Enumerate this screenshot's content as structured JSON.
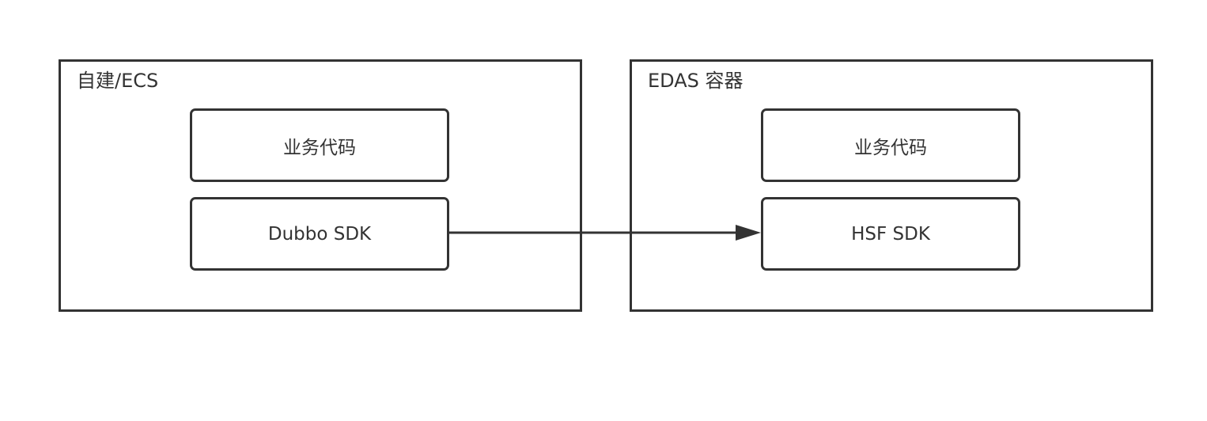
{
  "containers": [
    {
      "label": "自建/ECS",
      "boxes": [
        "业务代码",
        "Dubbo SDK"
      ]
    },
    {
      "label": "EDAS 容器",
      "boxes": [
        "业务代码",
        "HSF SDK"
      ]
    }
  ],
  "edges": [
    {
      "from": "Dubbo SDK",
      "to": "HSF SDK",
      "arrow": "end"
    }
  ],
  "colors": {
    "stroke": "#333333",
    "background": "#ffffff"
  }
}
